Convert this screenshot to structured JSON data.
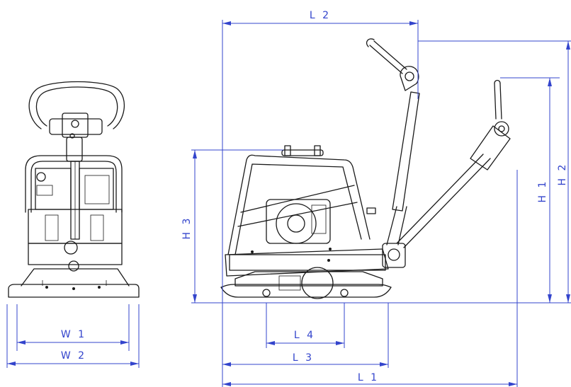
{
  "colors": {
    "dimension": "#3344cc",
    "linework": "#1a1a1a",
    "background": "#ffffff"
  },
  "labels": {
    "L1": "L 1",
    "L2": "L 2",
    "L3": "L 3",
    "L4": "L 4",
    "W1": "W 1",
    "W2": "W 2",
    "H1": "H 1",
    "H2": "H 2",
    "H3": "H 3"
  }
}
